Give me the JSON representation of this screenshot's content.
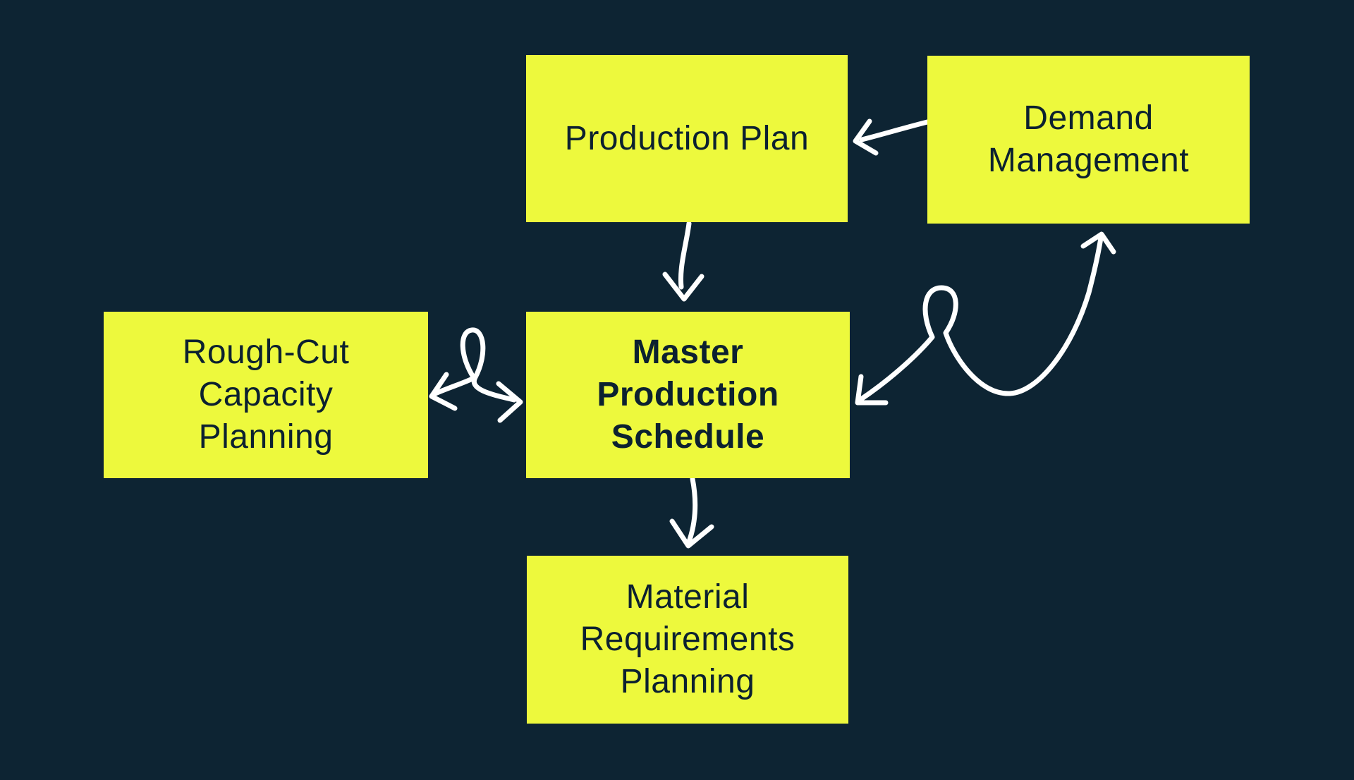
{
  "colors": {
    "background": "#0d2433",
    "node_fill": "#edf93d",
    "node_text": "#0c2130",
    "arrow": "#ffffff"
  },
  "nodes": {
    "production_plan": {
      "lines": [
        "Production Plan"
      ]
    },
    "demand_management": {
      "lines": [
        "Demand",
        "Management"
      ]
    },
    "rough_cut_capacity_planning": {
      "lines": [
        "Rough-Cut",
        "Capacity",
        "Planning"
      ]
    },
    "master_production_schedule": {
      "lines": [
        "Master",
        "Production",
        "Schedule"
      ],
      "emphasis": "bold"
    },
    "material_requirements_planning": {
      "lines": [
        "Material",
        "Requirements",
        "Planning"
      ]
    }
  },
  "edges": [
    {
      "name": "demand-management-to-production-plan",
      "from": "demand_management",
      "to": "production_plan",
      "style": "hand-drawn-arrow"
    },
    {
      "name": "production-plan-to-master-production-schedule",
      "from": "production_plan",
      "to": "master_production_schedule",
      "style": "hand-drawn-arrow"
    },
    {
      "name": "master-production-schedule-to-material-requirements-planning",
      "from": "master_production_schedule",
      "to": "material_requirements_planning",
      "style": "hand-drawn-arrow"
    },
    {
      "name": "rough-cut-capacity-planning-and-master-production-schedule",
      "from": "rough_cut_capacity_planning",
      "to": "master_production_schedule",
      "style": "hand-drawn-double-arrow-loop"
    },
    {
      "name": "master-production-schedule-and-demand-management",
      "from": "master_production_schedule",
      "to": "demand_management",
      "style": "hand-drawn-double-arrow-loop"
    }
  ]
}
